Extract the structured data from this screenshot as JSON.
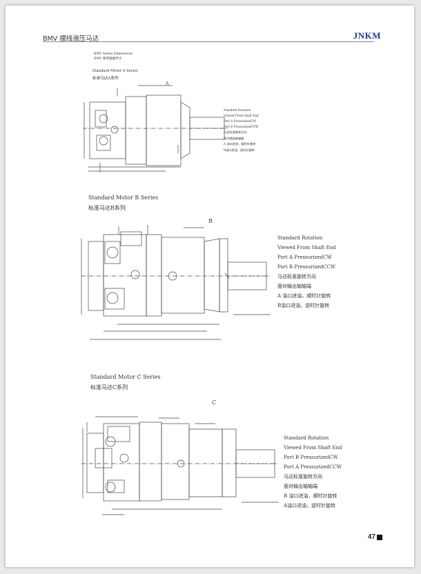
{
  "header": {
    "title": "BMV 摆线液压马达",
    "brand": "JNKM"
  },
  "section_a": {
    "series_en": "BMV   Series Dimensions",
    "series_cn": "BMV   系列连接尺寸",
    "title_en": "Standard Motor A Series",
    "title_cn": "标准马达A系列",
    "view_label": "A",
    "rotation": [
      "Standard Rotation",
      "Viewed From Shaft End",
      "Port A PressurizedCW",
      "Port B PressurizedCCW",
      "马达标准旋转方向",
      "面对输出轴轴端",
      "A 油口进油，顺时针旋转",
      "B油口进油，逆时针旋转"
    ]
  },
  "section_b": {
    "title_en": "Standard Motor B Series",
    "title_cn": "标准马达B系列",
    "view_label": "B",
    "rotation": [
      "Standard Rotation",
      "Viewed From Shaft End",
      "Port A PressurizedCW",
      "Port B PressurizedCCW",
      "马达标准旋转方向",
      "面对输出轴轴端",
      "A 油口进油，顺时针旋转",
      "B油口进油，逆时针旋转"
    ]
  },
  "section_c": {
    "title_en": "Standard Motor C Series",
    "title_cn": "标准马达C系列",
    "view_label": "C",
    "rotation": [
      "Standard Rotation",
      "Viewed From Shaft End",
      "Port B PressurizedCW",
      "Port A PressurizedCCW",
      "马达标准旋转方向",
      "面对输出轴轴端",
      "B 油口进油，顺时针旋转",
      "A油口进油，逆时针旋转"
    ]
  },
  "footer": {
    "page_number": "47"
  }
}
